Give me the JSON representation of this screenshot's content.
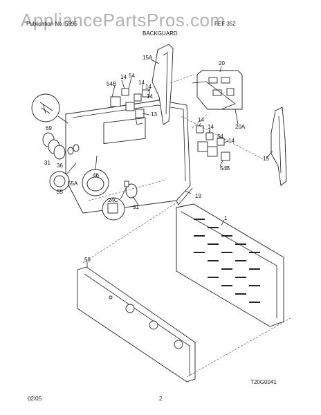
{
  "header": {
    "left_text": "Publication No. 5995",
    "right_text": "FEF 352",
    "watermark": "AppliancePartsPros.com",
    "section_title": "BACKGUARD"
  },
  "callouts": [
    "15A",
    "20",
    "14",
    "54",
    "54B",
    "14",
    "14",
    "14",
    "13",
    "20A",
    "69",
    "14",
    "14",
    "54",
    "14",
    "15",
    "31",
    "36",
    "55A",
    "55",
    "46",
    "54B",
    "19",
    "24C",
    "31",
    "1",
    "56"
  ],
  "figure_code": "T20G0041",
  "footer": {
    "date": "02/05",
    "page": "2"
  }
}
